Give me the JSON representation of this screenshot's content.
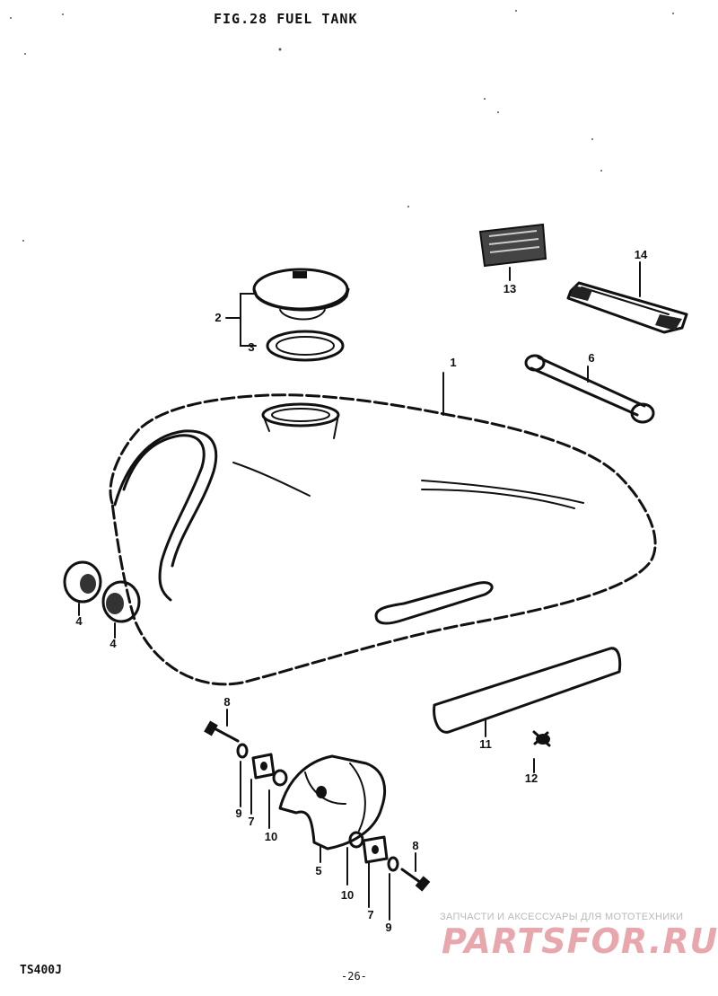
{
  "figure": {
    "title": "FIG.28  FUEL TANK",
    "model_code": "TS400J",
    "page_number": "-26-"
  },
  "callouts": [
    {
      "id": "c1",
      "label": "1"
    },
    {
      "id": "c2",
      "label": "2"
    },
    {
      "id": "c3",
      "label": "3"
    },
    {
      "id": "c4a",
      "label": "4"
    },
    {
      "id": "c4b",
      "label": "4"
    },
    {
      "id": "c5",
      "label": "5"
    },
    {
      "id": "c6",
      "label": "6"
    },
    {
      "id": "c7a",
      "label": "7"
    },
    {
      "id": "c7b",
      "label": "7"
    },
    {
      "id": "c8a",
      "label": "8"
    },
    {
      "id": "c8b",
      "label": "8"
    },
    {
      "id": "c9a",
      "label": "9"
    },
    {
      "id": "c9b",
      "label": "9"
    },
    {
      "id": "c10a",
      "label": "10"
    },
    {
      "id": "c10b",
      "label": "10"
    },
    {
      "id": "c11",
      "label": "11"
    },
    {
      "id": "c12",
      "label": "12"
    },
    {
      "id": "c13",
      "label": "13"
    },
    {
      "id": "c14",
      "label": "14"
    }
  ],
  "watermark": {
    "tagline": "ЗАПЧАСТИ И АКСЕССУАРЫ ДЛЯ МОТОТЕХНИКИ",
    "logo": "PARTSFOR.RU"
  },
  "colors": {
    "ink": "#111111",
    "paper": "#ffffff",
    "watermark_text": "#b9b9b9",
    "watermark_logo": "#e8a7ad"
  }
}
